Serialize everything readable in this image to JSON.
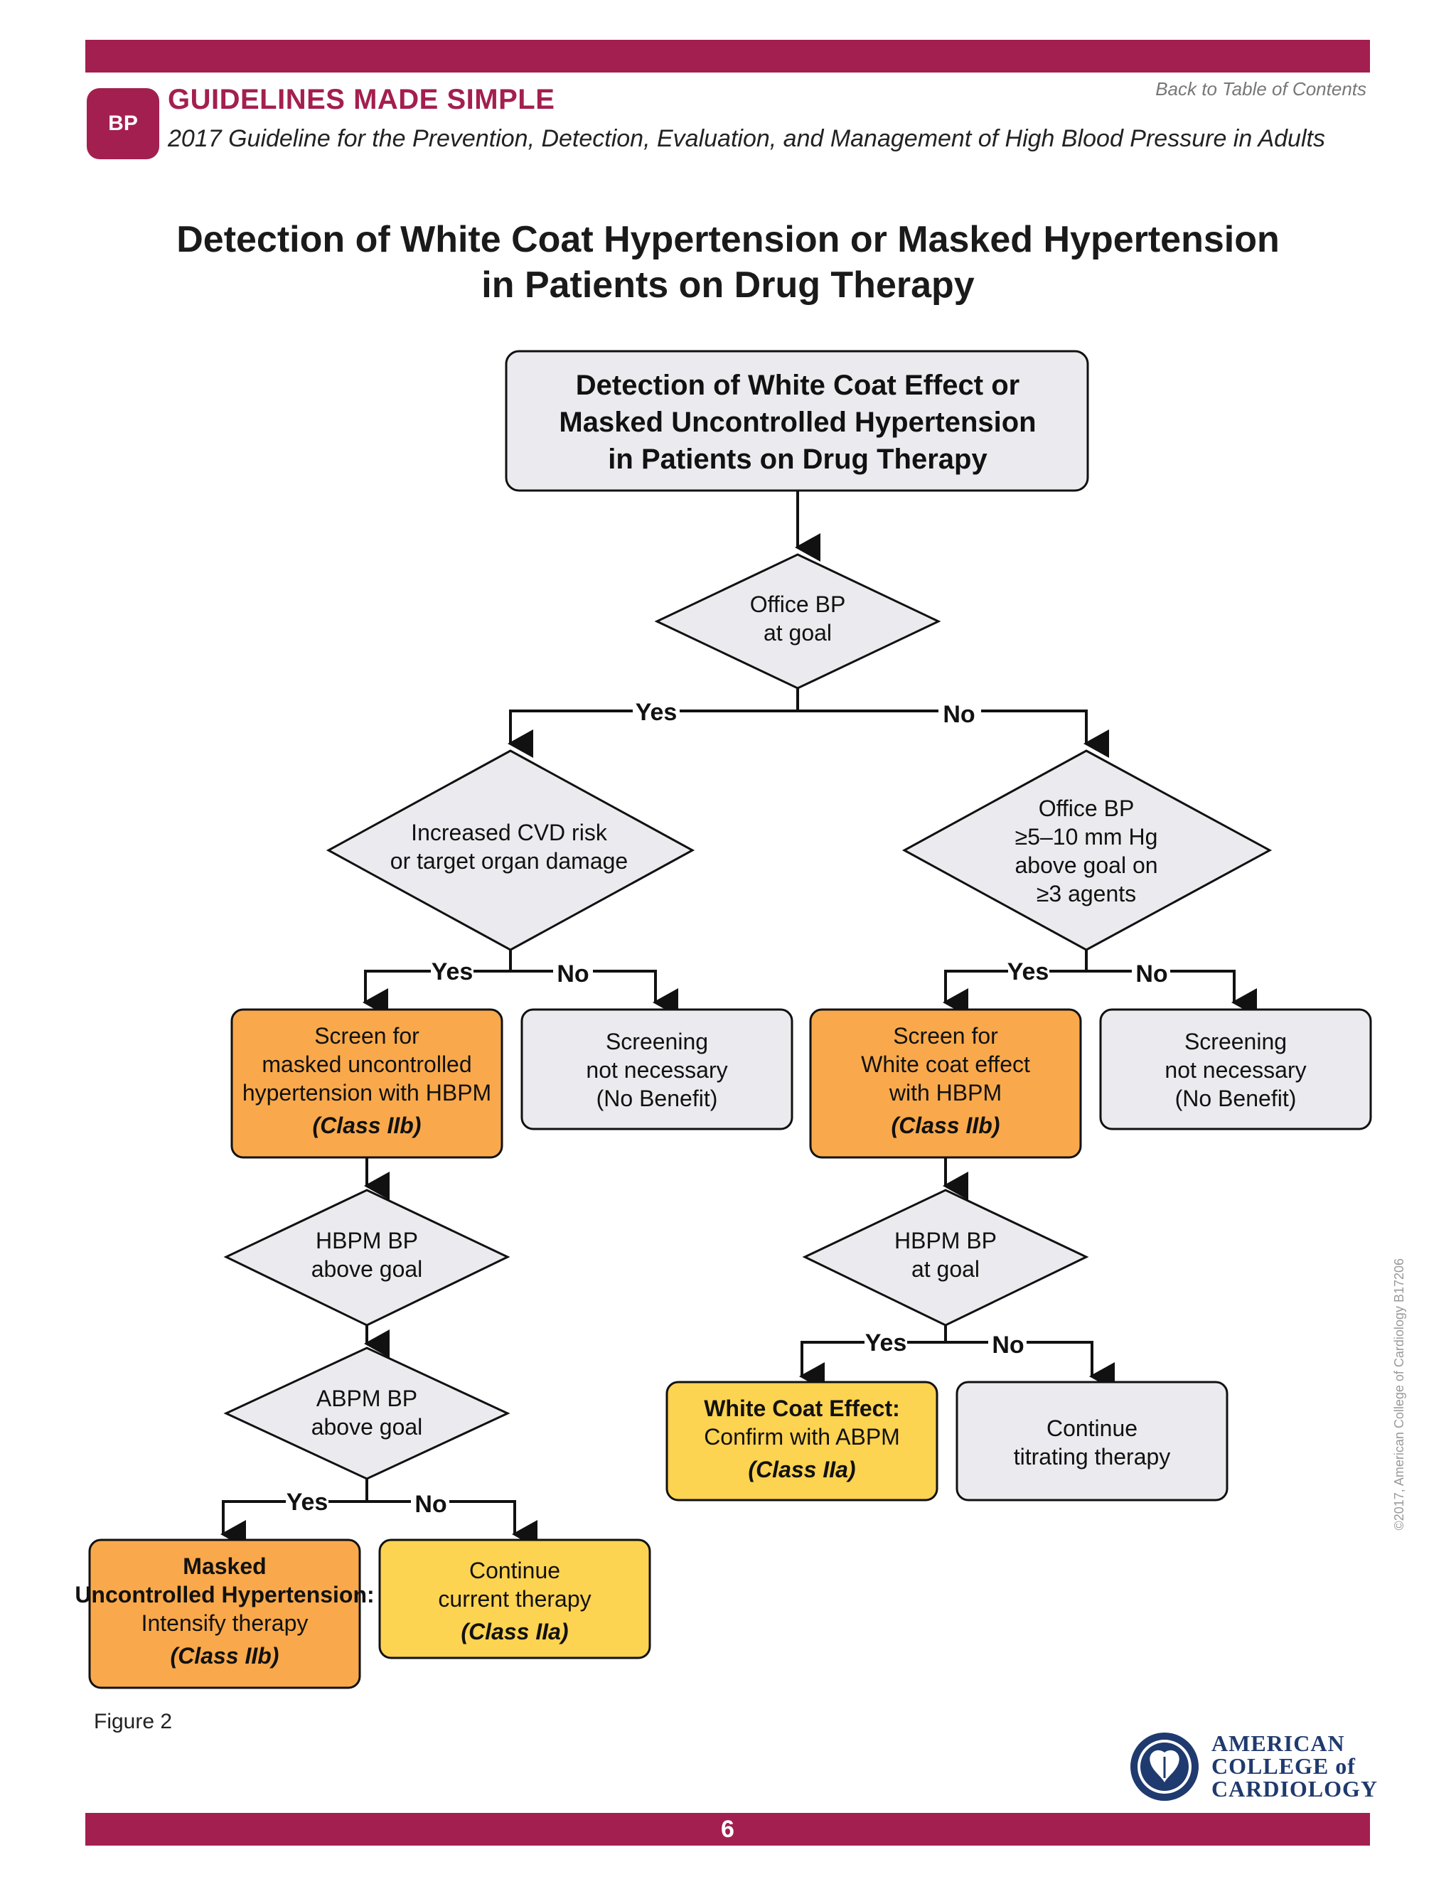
{
  "header": {
    "badge": "BP",
    "title": "GUIDELINES MADE SIMPLE",
    "subtitle": "2017 Guideline for the Prevention, Detection, Evaluation, and Management of High Blood Pressure in Adults",
    "back_link": "Back to Table of Contents"
  },
  "page_title": {
    "line1": "Detection of White Coat Hypertension or Masked Hypertension",
    "line2": "in Patients on Drug Therapy"
  },
  "flowchart": {
    "start": [
      "Detection of White Coat Effect or",
      "Masked Uncontrolled Hypertension",
      "in Patients on Drug Therapy"
    ],
    "decision_office_bp": [
      "Office BP",
      "at goal"
    ],
    "decision_cvd": [
      "Increased CVD risk",
      "or target organ damage"
    ],
    "decision_office_above": [
      "Office BP",
      "≥5–10 mm Hg",
      "above goal on",
      "≥3 agents"
    ],
    "screen_masked": [
      "Screen for",
      "masked uncontrolled",
      "hypertension with HBPM"
    ],
    "screen_masked_class": "(Class IIb)",
    "screening_not_necessary_left": [
      "Screening",
      "not necessary",
      "(No Benefit)"
    ],
    "screen_white_coat": [
      "Screen for",
      "White coat effect",
      "with HBPM"
    ],
    "screen_white_coat_class": "(Class IIb)",
    "screening_not_necessary_right": [
      "Screening",
      "not necessary",
      "(No Benefit)"
    ],
    "decision_hbpm_above": [
      "HBPM BP",
      "above goal"
    ],
    "decision_abpm_above": [
      "ABPM BP",
      "above goal"
    ],
    "decision_hbpm_at_goal": [
      "HBPM BP",
      "at goal"
    ],
    "masked_result_title": [
      "Masked",
      "Uncontrolled Hypertension:"
    ],
    "masked_result_action": "Intensify therapy",
    "masked_result_class": "(Class IIb)",
    "continue_current": [
      "Continue",
      "current therapy"
    ],
    "continue_current_class": "(Class IIa)",
    "white_coat_result_title": "White Coat Effect:",
    "white_coat_result_action": "Confirm with ABPM",
    "white_coat_result_class": "(Class IIa)",
    "continue_titrating": [
      "Continue",
      "titrating therapy"
    ],
    "yes": "Yes",
    "no": "No"
  },
  "colors": {
    "brand": "#a31f4f",
    "orange": "#f9a94b",
    "yellow": "#fdd352",
    "gray_box": "#ebebef"
  },
  "figure_label": "Figure 2",
  "copyright": "©2017, American College of Cardiology B17206",
  "acc": [
    "AMERICAN",
    "COLLEGE of",
    "CARDIOLOGY"
  ],
  "page_number": "6"
}
